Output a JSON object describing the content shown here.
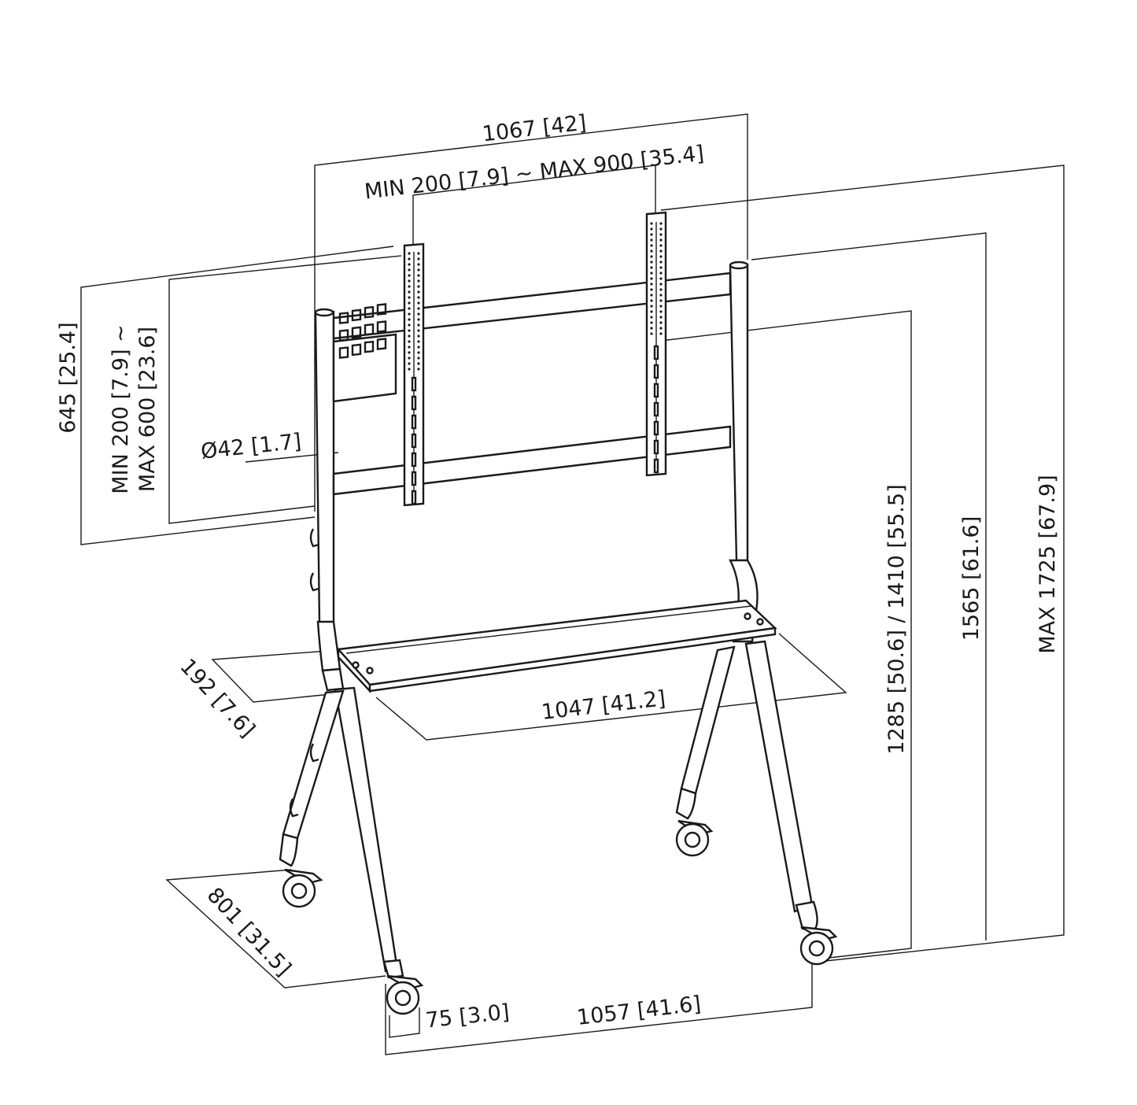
{
  "dimensions": {
    "overall_width": "1067 [42]",
    "vesa_horizontal": "MIN 200 [7.9] ~ MAX 900 [35.4]",
    "vertical_range": "645 [25.4]",
    "vesa_vertical_line1": "MIN 200 [7.9] ~",
    "vesa_vertical_line2": "MAX 600 [23.6]",
    "pole_diameter": "Ø42 [1.7]",
    "shelf_depth": "192 [7.6]",
    "shelf_width": "1047 [41.2]",
    "bracket_height": "1285 [50.6] / 1410 [55.5]",
    "pole_height": "1565 [61.6]",
    "max_height": "MAX 1725 [67.9]",
    "base_depth": "801 [31.5]",
    "caster_width": "75 [3.0]",
    "base_width": "1057 [41.6]"
  },
  "colors": {
    "line": "#1a1a1a",
    "background": "#ffffff"
  }
}
